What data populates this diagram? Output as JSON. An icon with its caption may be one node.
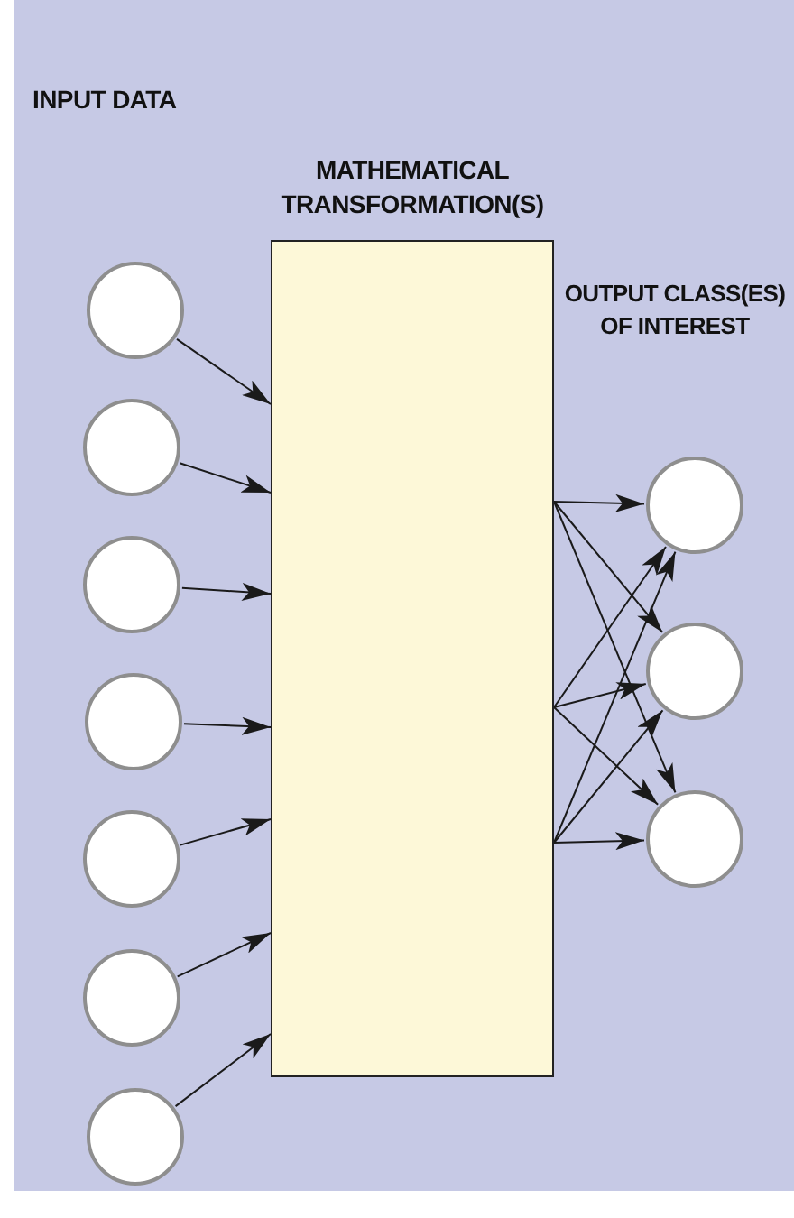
{
  "diagram": {
    "nodes": [
      {
        "text": [
          "MATHEMATICAL TRANSFORMATION(S)"
        ]
      },
      {
        "text": [],
        "shape": "circle"
      },
      {
        "text": [],
        "shape": "circle"
      },
      {
        "text": [],
        "shape": "circle"
      },
      {
        "text": [],
        "shape": "circle"
      },
      {
        "text": [],
        "shape": "circle"
      },
      {
        "text": [],
        "shape": "circle"
      },
      {
        "text": [],
        "shape": "circle"
      },
      {
        "text": [],
        "shape": "circle"
      },
      {
        "text": [],
        "shape": "circle"
      },
      {
        "text": [],
        "shape": "circle"
      }
    ],
    "edges": [
      {
        "from": 1,
        "to": 0,
        "arrow": "to"
      },
      {
        "from": 2,
        "to": 0,
        "arrow": "to"
      },
      {
        "from": 3,
        "to": 0,
        "arrow": "to"
      },
      {
        "from": 4,
        "to": 0,
        "arrow": "to"
      },
      {
        "from": 5,
        "to": 0,
        "arrow": "to"
      },
      {
        "from": 6,
        "to": 0,
        "arrow": "to"
      },
      {
        "from": 7,
        "to": 0,
        "arrow": "to"
      },
      {
        "from": 0,
        "to": 8,
        "arrow": "to"
      },
      {
        "from": 0,
        "to": 9,
        "arrow": "to"
      },
      {
        "from": 0,
        "to": 10,
        "arrow": "to"
      },
      {
        "from": 0,
        "to": 8,
        "arrow": "to"
      },
      {
        "from": 0,
        "to": 9,
        "arrow": "to"
      },
      {
        "from": 0,
        "to": 10,
        "arrow": "to"
      },
      {
        "from": 0,
        "to": 8,
        "arrow": "to"
      },
      {
        "from": 0,
        "to": 9,
        "arrow": "to"
      },
      {
        "from": 0,
        "to": 10,
        "arrow": "to"
      }
    ],
    "labels": [
      "INPUT DATA",
      "OUTPUT CLASS(ES) OF INTEREST"
    ]
  }
}
